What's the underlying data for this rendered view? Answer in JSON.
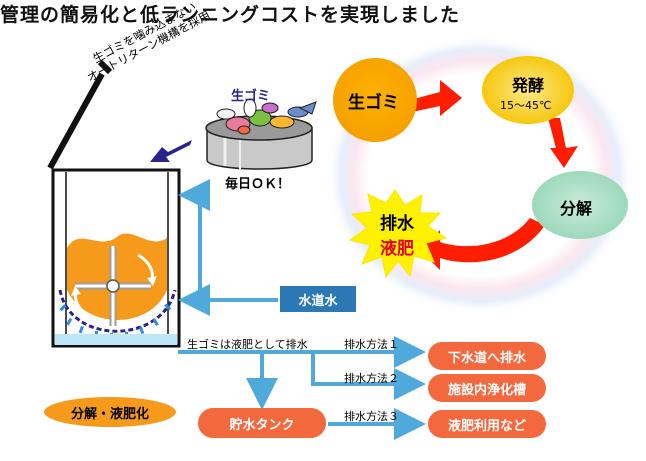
{
  "title": "管理の簡易化と低ランニングコストを実現しました",
  "lid_note": [
    "生ゴミを噛み込まない",
    "オートリターン機構を採用"
  ],
  "bucket": {
    "label": "生ゴミ",
    "caption": "毎日ＯＫ！"
  },
  "cycle": {
    "raw_waste": "生ゴミ",
    "fermentation": "発酵",
    "temperature": "15～45℃",
    "decomposition": "分解",
    "drainage": "排水",
    "liquid_fertilizer": "液肥"
  },
  "tap_water": "水道水",
  "drain_note": "生ゴミは液肥として排水",
  "methods": [
    {
      "label": "排水方法１",
      "destination": "下水道へ排水"
    },
    {
      "label": "排水方法２",
      "destination": "施設内浄化槽"
    },
    {
      "label": "排水方法３",
      "destination": "液肥利用など"
    }
  ],
  "storage_tank": "貯水タンク",
  "process_label": "分解・液肥化",
  "colors": {
    "accent_orange": "#f4683e",
    "tap_blue": "#2b78b4",
    "pipe_blue": "#4fa9da",
    "fermentation_bubble": "#f5a800",
    "decomposition_bubble": "#a9dfc6",
    "arrow_red": "#ff1d00",
    "starburst_yellow": "#fff200"
  }
}
